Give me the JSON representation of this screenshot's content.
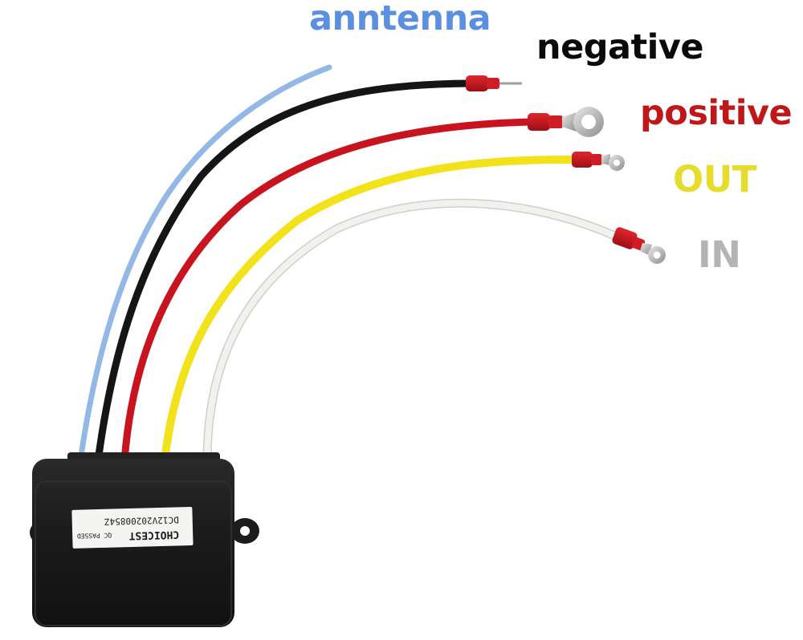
{
  "labels": {
    "antenna": {
      "text": "anntenna",
      "color": "#5b8fe0"
    },
    "negative": {
      "text": "negative",
      "color": "#0a0a0a"
    },
    "positive": {
      "text": "positive",
      "color": "#c01818"
    },
    "out": {
      "text": "OUT",
      "color": "#e6dc2c"
    },
    "in": {
      "text": "IN",
      "color": "#b4b4b4"
    }
  },
  "device_label": {
    "brand": "CHOICEST",
    "model": "DC12V20200854Z",
    "qc": "QC PASSED"
  },
  "colors": {
    "wire_antenna": "#94b8e6",
    "wire_negative": "#151515",
    "wire_positive": "#c8141e",
    "wire_out": "#f2e21c",
    "wire_in": "#f1f1ee",
    "terminal": "#c9161f",
    "ring": "#b8b8b8",
    "housing": "#1a1a1a"
  }
}
